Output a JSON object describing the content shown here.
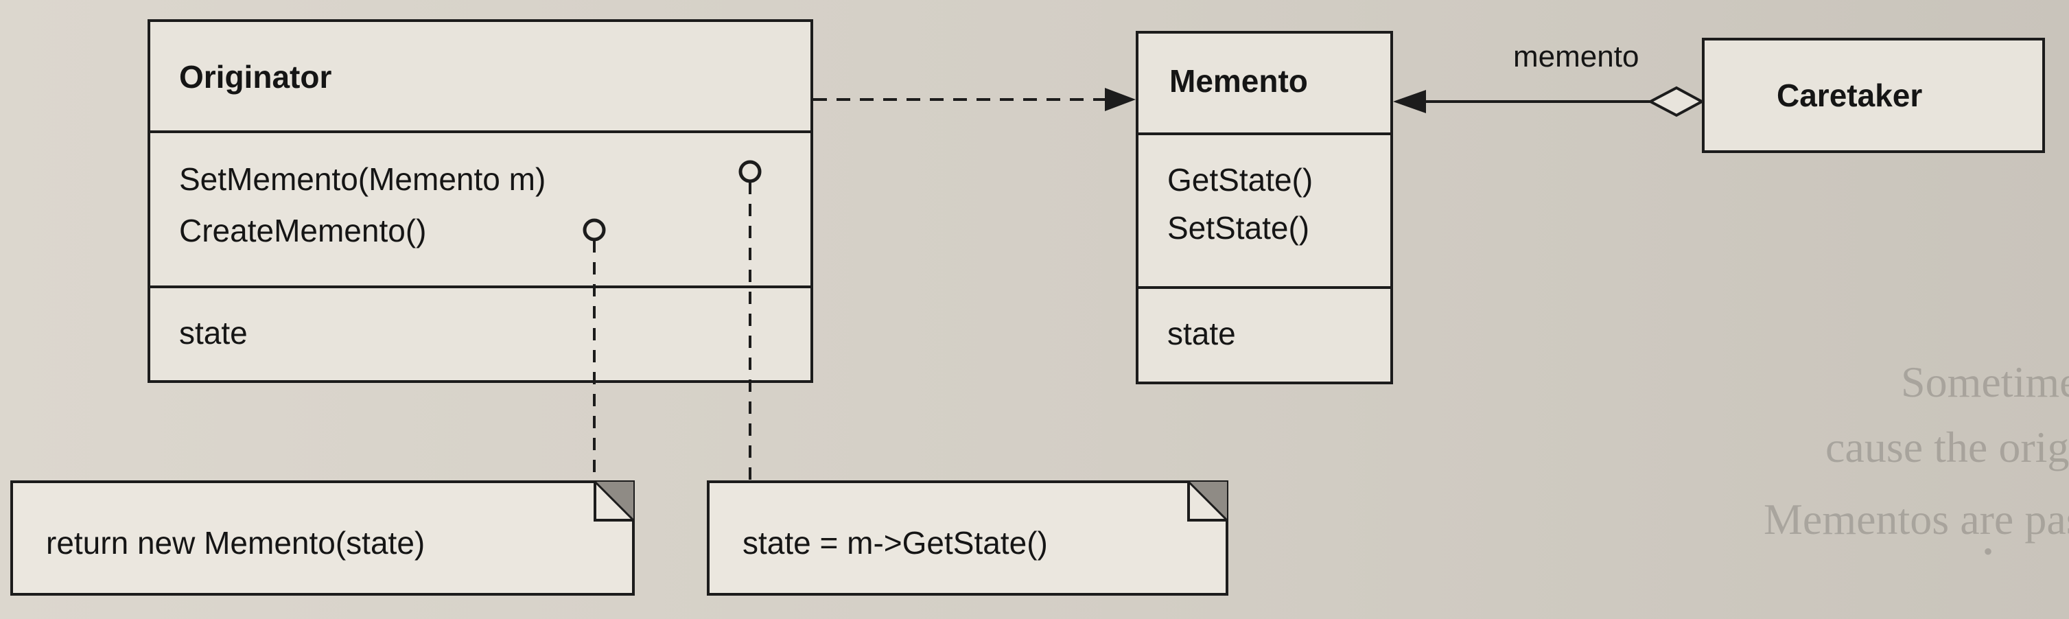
{
  "classes": {
    "originator": {
      "name": "Originator",
      "operations": [
        "SetMemento(Memento m)",
        "CreateMemento()"
      ],
      "attributes": [
        "state"
      ]
    },
    "memento": {
      "name": "Memento",
      "operations": [
        "GetState()",
        "SetState()"
      ],
      "attributes": [
        "state"
      ]
    },
    "caretaker": {
      "name": "Caretaker"
    }
  },
  "relations": {
    "aggregation_role": "memento"
  },
  "notes": {
    "create_memento": "return new Memento(state)",
    "set_memento": "state = m->GetState()"
  },
  "background_text": {
    "line_1": "Sometimes the caretaker won't pass the memento back to the origi",
    "line_2": "cause the originator might never need to revert to an earlier state.",
    "line_3": "Mementos are passive. Only the originator that creates a memento",
    "bullet": "•"
  }
}
